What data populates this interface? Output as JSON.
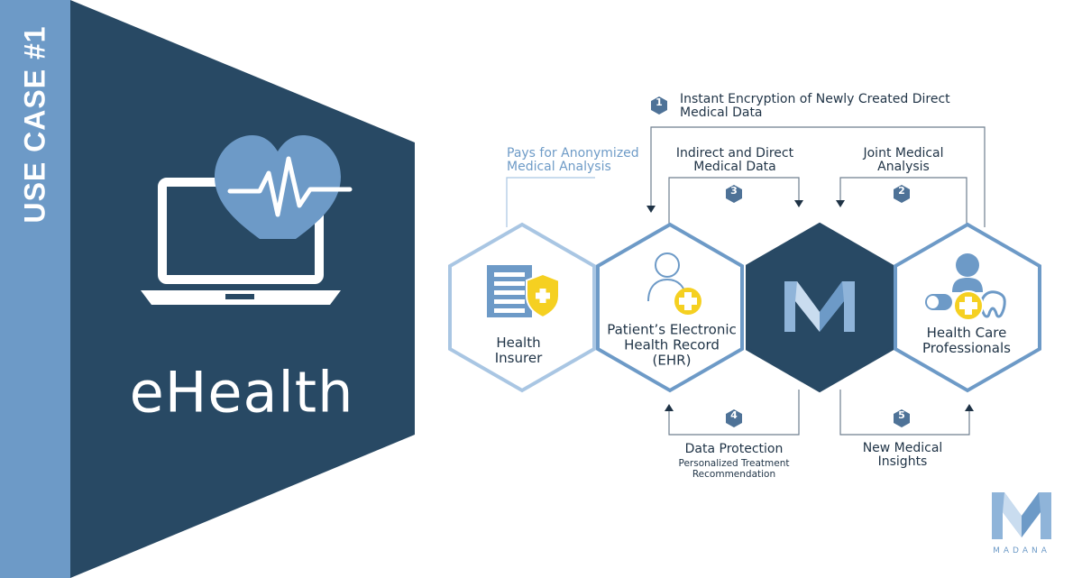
{
  "sidebar": {
    "use_case": "USE CASE #1",
    "title": "eHealth"
  },
  "flows": {
    "step1": {
      "number": "1",
      "line1": "Instant Encryption of Newly Created Direct",
      "line2": "Medical Data"
    },
    "pays": {
      "line1": "Pays for Anonymized",
      "line2": "Medical Analysis"
    },
    "step3": {
      "number": "3",
      "line1": "Indirect and Direct",
      "line2": "Medical Data"
    },
    "step2": {
      "number": "2",
      "line1": "Joint Medical",
      "line2": "Analysis"
    },
    "step4": {
      "number": "4",
      "line1": "Data Protection",
      "sub1": "Personalized Treatment",
      "sub2": "Recommendation"
    },
    "step5": {
      "number": "5",
      "line1": "New Medical",
      "line2": "Insights"
    }
  },
  "nodes": {
    "insurer": {
      "line1": "Health",
      "line2": "Insurer"
    },
    "ehr": {
      "line1": "Patient’s Electronic",
      "line2": "Health Record",
      "line3": "(EHR)"
    },
    "professionals": {
      "line1": "Health Care",
      "line2": "Professionals"
    }
  },
  "brand": {
    "name": "MADANA"
  },
  "colors": {
    "navy": "#284964",
    "light_blue": "#6d9ac7",
    "pale_blue": "#a9c6e3",
    "yellow": "#f5d021",
    "text": "#1f3346"
  }
}
